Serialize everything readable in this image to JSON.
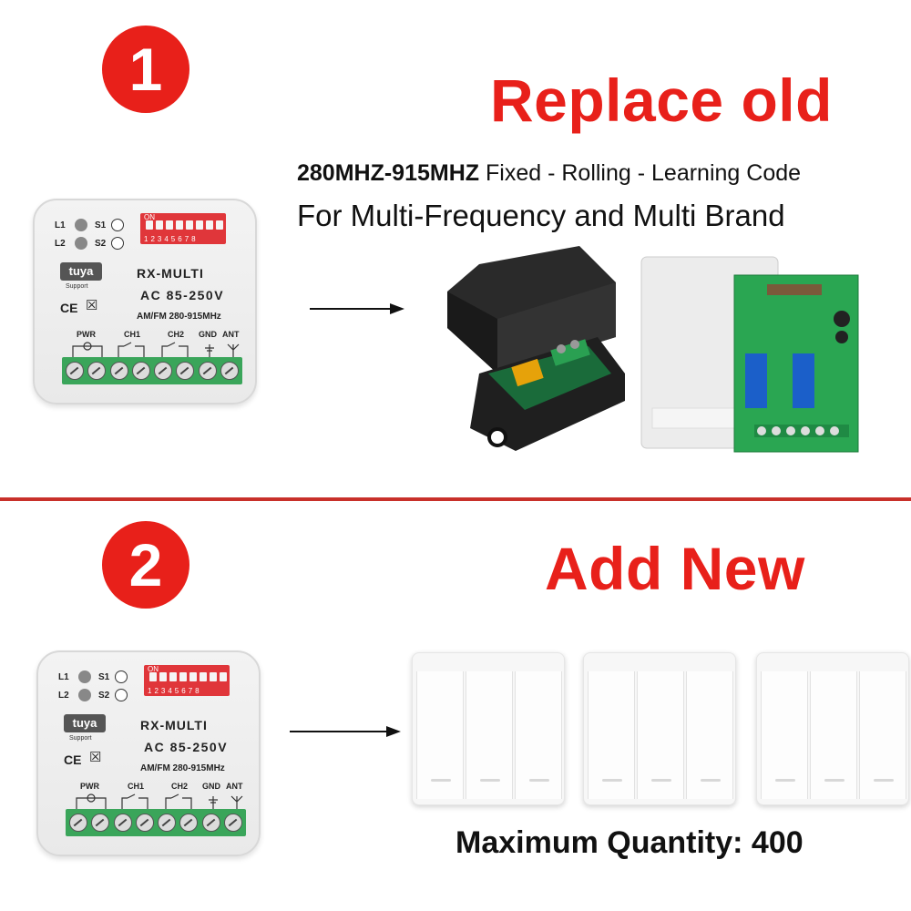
{
  "step1": {
    "number": "1",
    "headline": "Replace old",
    "spec_freq": "280MHZ-915MHZ",
    "spec_codes": "Fixed - Rolling - Learning Code",
    "spec_brand": "For Multi-Frequency and Multi Brand"
  },
  "step2": {
    "number": "2",
    "headline": "Add New",
    "max_quantity": "Maximum Quantity: 400"
  },
  "module": {
    "l1": "L1",
    "l2": "L2",
    "s1": "S1",
    "s2": "S2",
    "dip_on": "ON",
    "dip_numbers": "12345678",
    "brand": "tuya",
    "brand_sub": "Support",
    "model": "RX-MULTI",
    "voltage": "AC 85-250V",
    "band": "AM/FM 280-915MHz",
    "ce": "CE",
    "terminals": {
      "pwr": "PWR",
      "ch1": "CH1",
      "ch2": "CH2",
      "gnd": "GND",
      "ant": "ANT"
    }
  },
  "colors": {
    "accent_red": "#e8201a",
    "terminal_green": "#3aa55a"
  }
}
